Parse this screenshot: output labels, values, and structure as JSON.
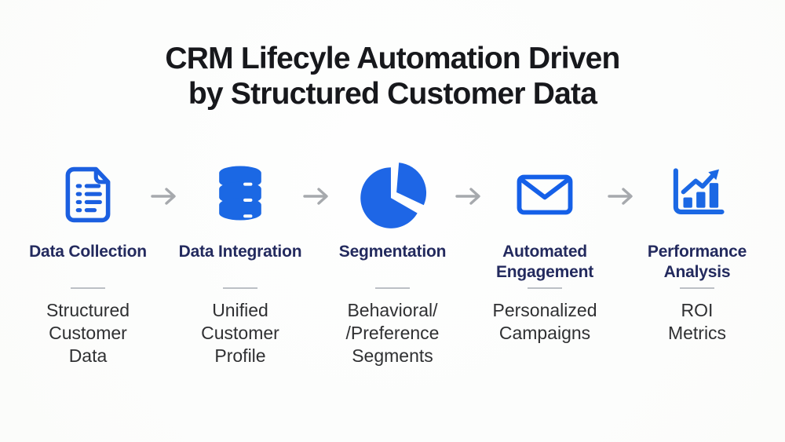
{
  "title": {
    "lines": [
      "CRM Lifecyle Automation Driven",
      "by Structured Customer Data"
    ]
  },
  "colors": {
    "accent_blue": "#1b66e3",
    "envelope_blue": "#1560e8",
    "label_navy": "#232a5e",
    "title_dark": "#17181c",
    "sub_text_gray": "#2f3032",
    "divider_gray": "#bcc0c5",
    "arrow_gray": "#a6a9ad",
    "background": "#fcfdfc"
  },
  "flow": {
    "connector_icon": "right-arrow-icon",
    "stages": [
      {
        "icon": "document-list-icon",
        "label_lines": [
          "Data Collection"
        ],
        "sub_lines": [
          "Structured",
          "Customer",
          "Data"
        ]
      },
      {
        "icon": "database-icon",
        "label_lines": [
          "Data Integration"
        ],
        "sub_lines": [
          "Unified",
          "Customer",
          "Profile"
        ]
      },
      {
        "icon": "pie-chart-icon",
        "label_lines": [
          "Segmentation"
        ],
        "sub_lines": [
          "Behavioral/",
          "/Preference",
          "Segments"
        ]
      },
      {
        "icon": "envelope-icon",
        "label_lines": [
          "Automated",
          "Engagement"
        ],
        "sub_lines": [
          "Personalized",
          "Campaigns"
        ]
      },
      {
        "icon": "bar-chart-trend-icon",
        "label_lines": [
          "Performance",
          "Analysis"
        ],
        "sub_lines": [
          "ROI",
          "Metrics"
        ]
      }
    ]
  }
}
